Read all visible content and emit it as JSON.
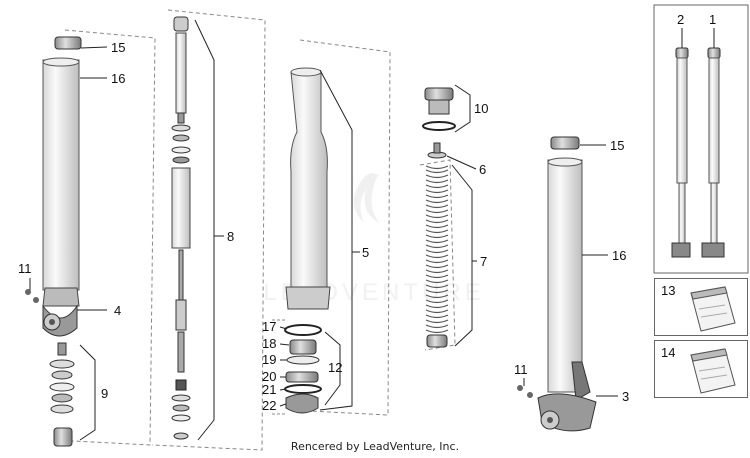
{
  "credit": "Rencered by LeadVenture, Inc.",
  "watermark": "LEADVENTURE",
  "callouts": {
    "c15a": "15",
    "c16a": "16",
    "c11a": "11",
    "c4": "4",
    "c9": "9",
    "c8": "8",
    "c5": "5",
    "c17": "17",
    "c18": "18",
    "c19": "19",
    "c20": "20",
    "c21": "21",
    "c22": "22",
    "c12": "12",
    "c10": "10",
    "c6": "6",
    "c7": "7",
    "c15b": "15",
    "c16b": "16",
    "c11b": "11",
    "c3": "3",
    "c2": "2",
    "c1": "1",
    "c13": "13",
    "c14": "14"
  }
}
